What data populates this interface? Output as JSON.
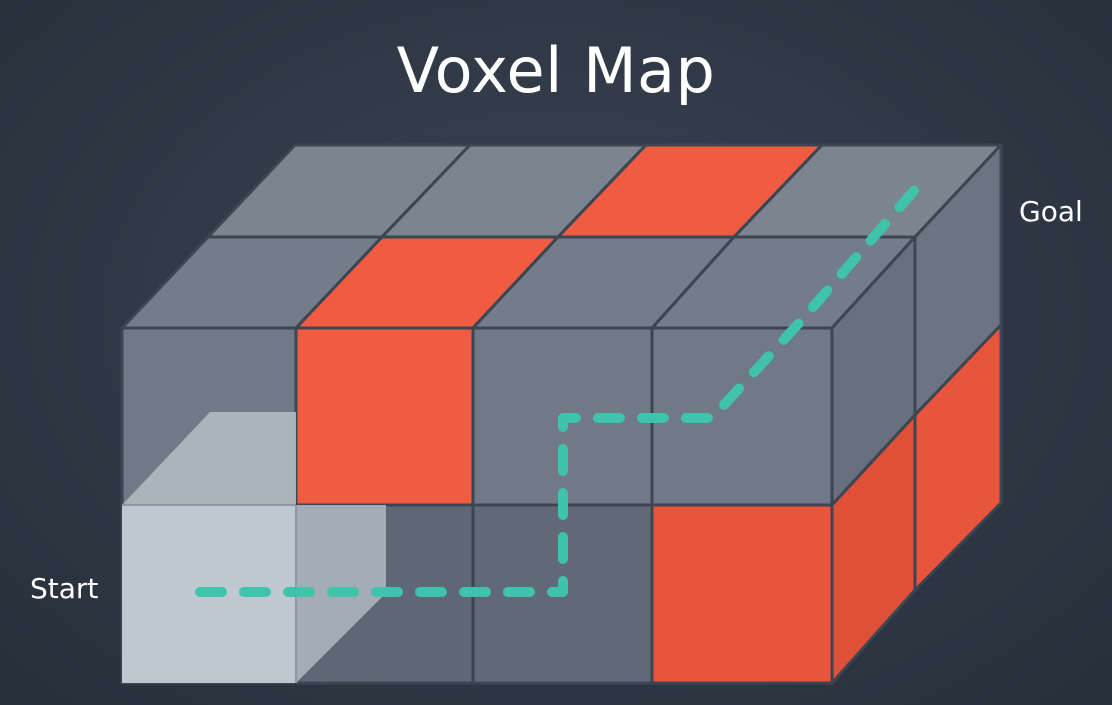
{
  "title": "Voxel Map",
  "labels": {
    "start": "Start",
    "goal": "Goal"
  },
  "colors": {
    "background": "#2f3945",
    "voxel_free_top": "#6b7783",
    "voxel_free_front": "#6f7b87",
    "voxel_free_side": "#5f6a76",
    "voxel_occupied": "#f05b41",
    "voxel_start": "#c7ced6",
    "grid_lines": "#3c4652",
    "path": "#3fc3ac"
  },
  "grid": {
    "columns": 4,
    "rows": 2,
    "layers": 2
  }
}
